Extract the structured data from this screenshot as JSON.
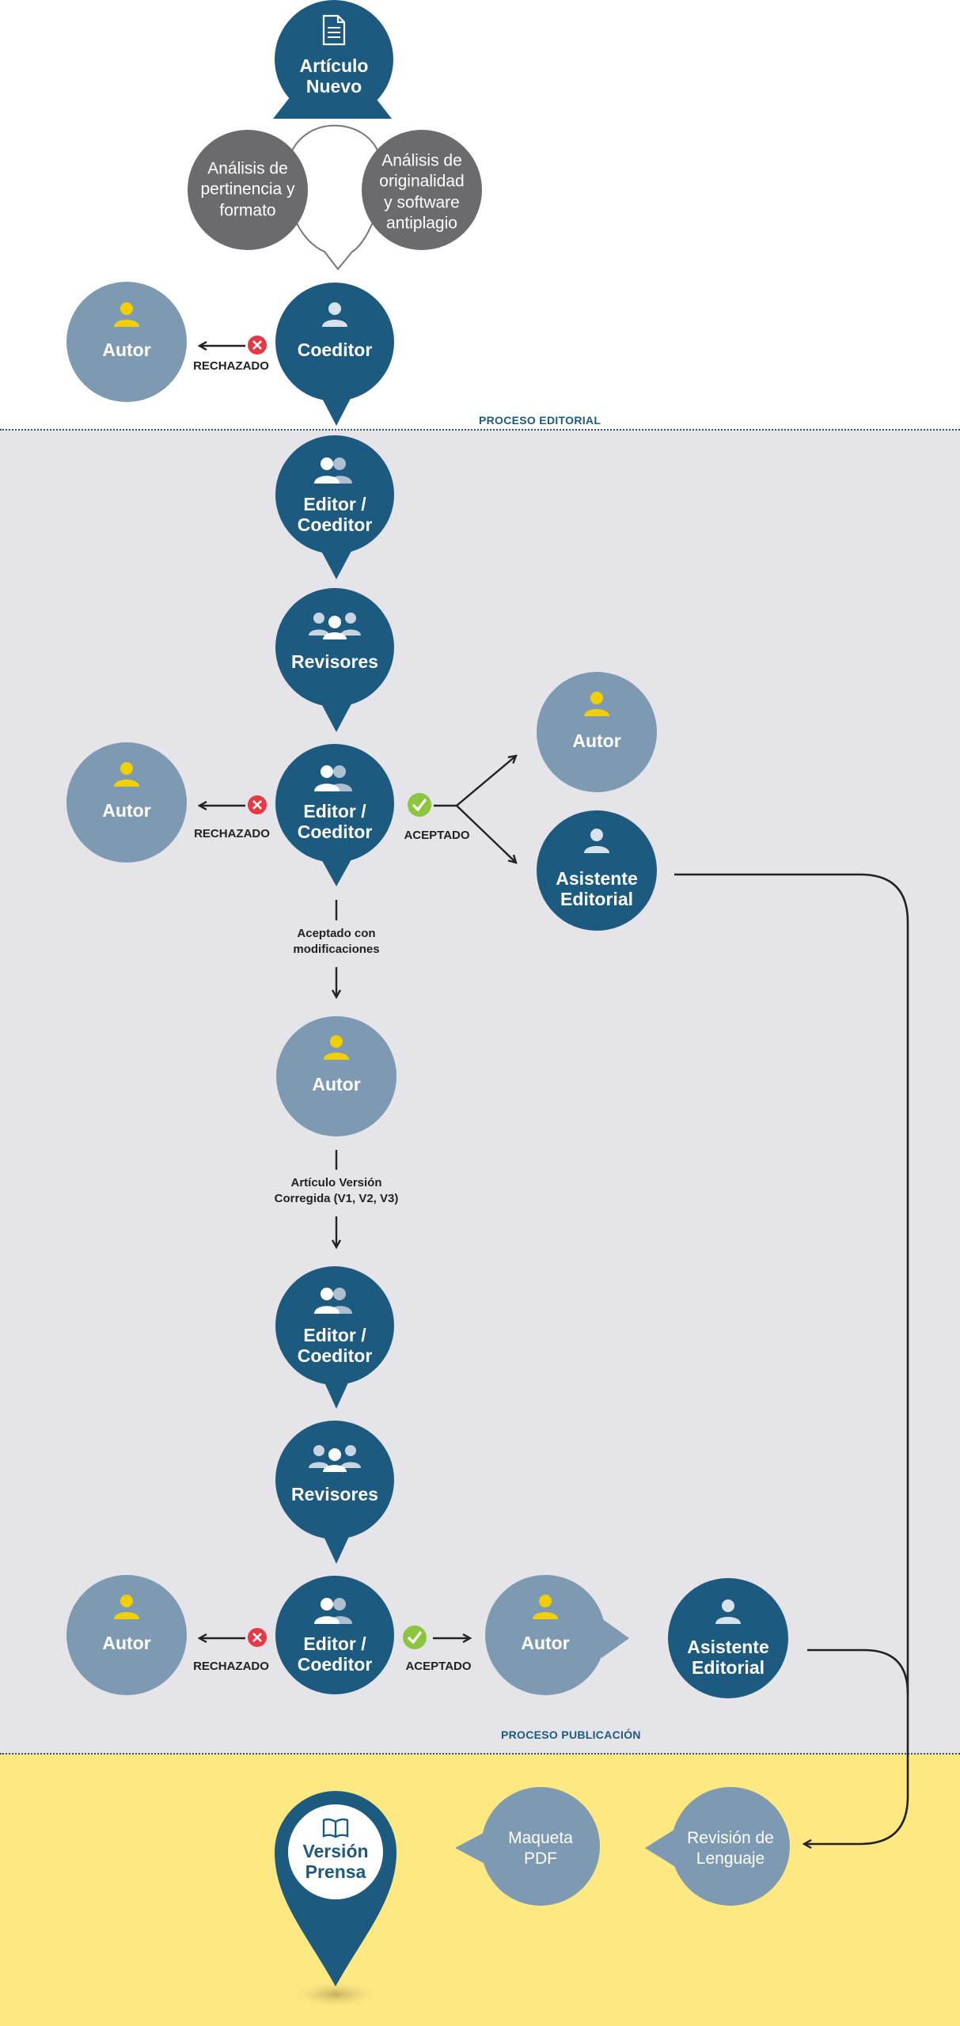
{
  "sections": {
    "proceso_editorial": "PROCESO EDITORIAL",
    "proceso_publicacion": "PROCESO PUBLICACIÓN"
  },
  "nodes": {
    "articulo_nuevo": "Artículo\nNuevo",
    "analisis_pertinencia": "Análisis de\npertinencia y\nformato",
    "analisis_originalidad": "Análisis de\noriginalidad\ny software\nantiplagio",
    "coeditor": "Coeditor",
    "autor": "Autor",
    "editor_coeditor": "Editor /\nCoeditor",
    "revisores": "Revisores",
    "asistente_editorial": "Asistente\nEditorial",
    "revision_lenguaje": "Revisión de\nLenguaje",
    "maqueta_pdf": "Maqueta\nPDF",
    "version_prensa": "Versión\nPrensa"
  },
  "labels": {
    "rechazado": "RECHAZADO",
    "aceptado": "ACEPTADO",
    "aceptado_modificaciones": "Aceptado con\nmodificaciones",
    "version_corregida": "Artículo Versión\nCorregida (V1, V2, V3)"
  },
  "colors": {
    "dark_blue": "#1c5a80",
    "light_blue": "#7d9ab2",
    "gray_circle": "#6b6b6e",
    "yellow_icon": "#f2cf00",
    "rejected_red": "#e63946",
    "accepted_green": "#8cc63f",
    "gray_band": "#e5e5e9",
    "yellow_band": "#fde882"
  },
  "icons": {
    "document": "document-icon",
    "person": "person-icon",
    "two_people": "two-people-icon",
    "three_people": "group-icon",
    "book": "book-icon",
    "reject": "x-circle-icon",
    "accept": "check-circle-icon"
  }
}
